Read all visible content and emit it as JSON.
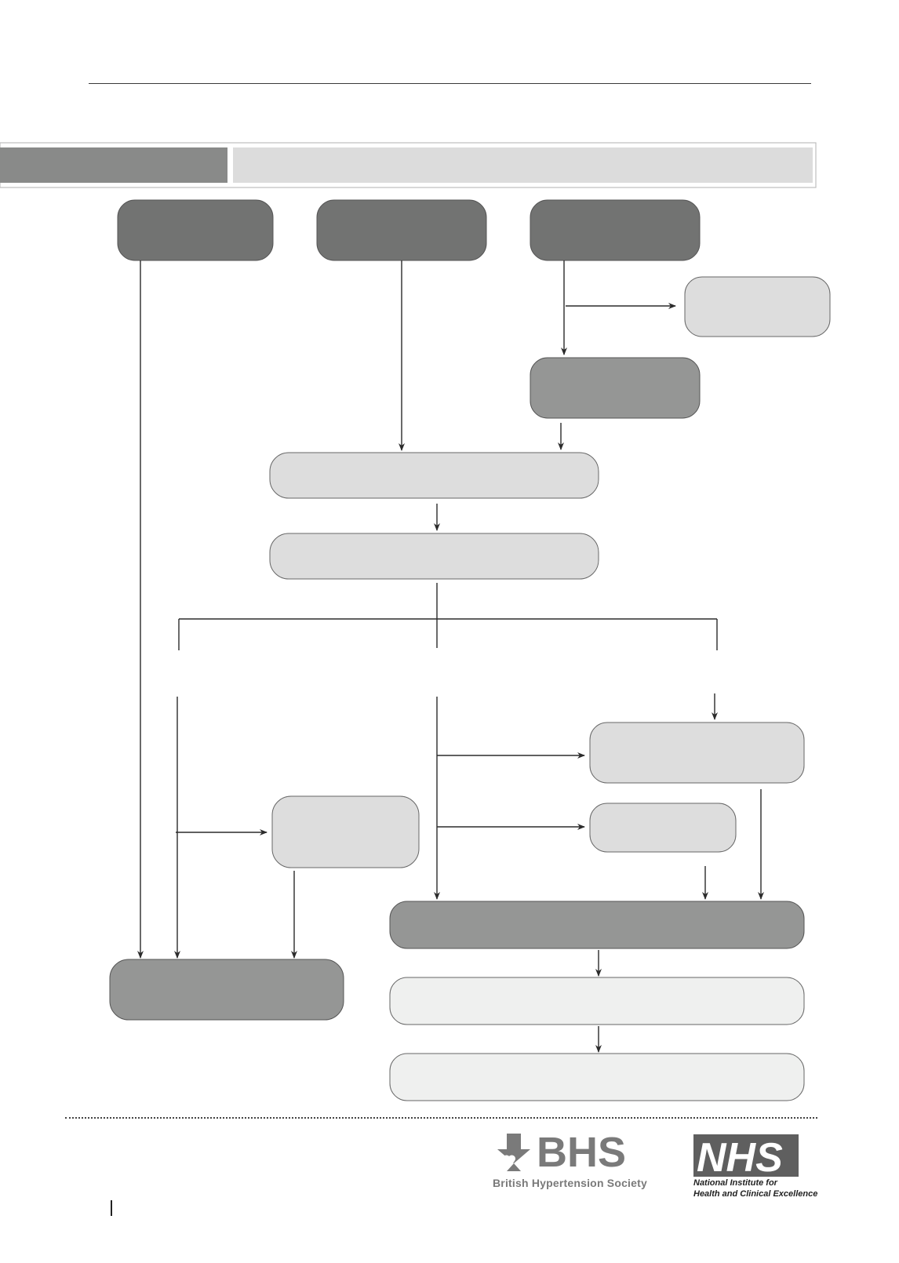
{
  "footer": {
    "bhs_name": "British Hypertension Society",
    "bhs_logo_letters": "BHS",
    "nice_logo_letters": "NHS",
    "nice_line1": "National Institute for",
    "nice_line2": "Health and Clinical Excellence"
  },
  "colors": {
    "dark_box": "#727372",
    "mid_box": "#959695",
    "light_box": "#dddddd",
    "pale_box": "#eff0ef",
    "line": "#2b2b2b"
  }
}
